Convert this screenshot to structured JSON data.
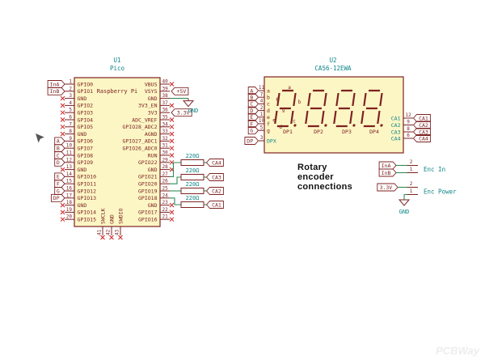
{
  "schematic": {
    "colors": {
      "body_fill": "#fcf6c5",
      "dark_red": "#7e2222",
      "teal": "#0e8585",
      "wire_green": "#2f8b57",
      "noconnect_red": "#cc2222",
      "note_black": "#111111",
      "watermark_gray": "#ededed"
    },
    "u1": {
      "ref": "U1",
      "value": "Pico",
      "body_label": "Raspberry Pi",
      "gnd_label": "GND",
      "left_pins": [
        {
          "num": "1",
          "name": "GPIO0",
          "label": "InA"
        },
        {
          "num": "2",
          "name": "GPIO1",
          "label": "InB"
        },
        {
          "num": "3",
          "name": "GND",
          "nc": true
        },
        {
          "num": "4",
          "name": "GPIO2",
          "nc": true
        },
        {
          "num": "5",
          "name": "GPIO3",
          "nc": true
        },
        {
          "num": "6",
          "name": "GPIO4",
          "nc": true
        },
        {
          "num": "7",
          "name": "GPIO5",
          "nc": true
        },
        {
          "num": "8",
          "name": "GND",
          "nc": true
        },
        {
          "num": "9",
          "name": "GPIO6",
          "label": "A"
        },
        {
          "num": "10",
          "name": "GPIO7",
          "label": "B"
        },
        {
          "num": "11",
          "name": "GPIO8",
          "label": "C"
        },
        {
          "num": "12",
          "name": "GPIO9",
          "label": "D"
        },
        {
          "num": "13",
          "name": "GND",
          "nc": true
        },
        {
          "num": "14",
          "name": "GPIO10",
          "label": "E"
        },
        {
          "num": "15",
          "name": "GPIO11",
          "label": "F"
        },
        {
          "num": "16",
          "name": "GPIO12",
          "label": "G"
        },
        {
          "num": "17",
          "name": "GPIO13",
          "label": "DP"
        },
        {
          "num": "18",
          "name": "GND",
          "nc": true
        },
        {
          "num": "19",
          "name": "GPIO14",
          "nc": true
        },
        {
          "num": "20",
          "name": "GPIO15",
          "nc": true
        }
      ],
      "right_pins": [
        {
          "num": "40",
          "name": "VBUS",
          "nc": true
        },
        {
          "num": "39",
          "name": "VSYS",
          "power": "+5V"
        },
        {
          "num": "38",
          "name": "GND",
          "gnd": true
        },
        {
          "num": "37",
          "name": "3V3_EN",
          "nc": true
        },
        {
          "num": "36",
          "name": "3V3",
          "power": "3.3V"
        },
        {
          "num": "35",
          "name": "ADC_VREF",
          "nc": true
        },
        {
          "num": "34",
          "name": "GPIO28_ADC2",
          "nc": true
        },
        {
          "num": "33",
          "name": "AGND",
          "nc": true
        },
        {
          "num": "32",
          "name": "GPIO27_ADC1",
          "nc": true
        },
        {
          "num": "31",
          "name": "GPIO26_ADC0",
          "nc": true
        },
        {
          "num": "30",
          "name": "RUN",
          "nc": true
        },
        {
          "num": "29",
          "name": "GPIO22",
          "nc": true
        },
        {
          "num": "28",
          "name": "GND",
          "nc": true
        },
        {
          "num": "27",
          "name": "GPIO21",
          "res": 0
        },
        {
          "num": "26",
          "name": "GPIO20",
          "res": 1
        },
        {
          "num": "25",
          "name": "GPIO19",
          "res": 2
        },
        {
          "num": "24",
          "name": "GPIO18",
          "res": 3
        },
        {
          "num": "23",
          "name": "GND",
          "nc": true
        },
        {
          "num": "22",
          "name": "GPIO17",
          "nc": true
        },
        {
          "num": "21",
          "name": "GPIO16",
          "nc": true
        }
      ],
      "bottom_pins": [
        {
          "num": "41",
          "name": "SWCLK"
        },
        {
          "num": "42",
          "name": "GND"
        },
        {
          "num": "43",
          "name": "SWDIO"
        }
      ]
    },
    "resistors": [
      {
        "value": "220Ω",
        "net": "CA4"
      },
      {
        "value": "220Ω",
        "net": "CA3"
      },
      {
        "value": "220Ω",
        "net": "CA2"
      },
      {
        "value": "220Ω",
        "net": "CA1"
      }
    ],
    "u2": {
      "ref": "U2",
      "value": "CA56-12EWA",
      "left_pins": [
        {
          "num": "11",
          "name": "a",
          "label": "A"
        },
        {
          "num": "7",
          "name": "b",
          "label": "B"
        },
        {
          "num": "4",
          "name": "c",
          "label": "C"
        },
        {
          "num": "2",
          "name": "d",
          "label": "D"
        },
        {
          "num": "1",
          "name": "e",
          "label": "E"
        },
        {
          "num": "10",
          "name": "f",
          "label": "F"
        },
        {
          "num": "5",
          "name": "g",
          "label": "G"
        },
        {
          "num": "3",
          "name": "DPX",
          "label": "DP",
          "field": true
        }
      ],
      "right_pins": [
        {
          "num": "12",
          "name": "CA1",
          "label": "CA1"
        },
        {
          "num": "9",
          "name": "CA2",
          "label": "CA2"
        },
        {
          "num": "8",
          "name": "CA3",
          "label": "CA3"
        },
        {
          "num": "6",
          "name": "CA4",
          "label": "CA4"
        }
      ],
      "digit_labels": [
        "DP1",
        "DP2",
        "DP3",
        "DP4"
      ],
      "segment_letters": [
        "a",
        "b",
        "c",
        "d",
        "e",
        "f",
        "g"
      ]
    },
    "encoder": {
      "note_lines": [
        "Rotary",
        "encoder",
        "connections"
      ],
      "gnd_label": "GND",
      "enc_in": {
        "name": "Enc In",
        "pins": [
          {
            "num": "2",
            "label": "InA"
          },
          {
            "num": "1",
            "label": "InB"
          }
        ]
      },
      "enc_power": {
        "name": "Enc Power",
        "pins": [
          {
            "num": "2",
            "label": "3.3V"
          },
          {
            "num": "1",
            "label": "GND",
            "gnd": true
          }
        ]
      }
    },
    "watermark": "PCBWay"
  }
}
